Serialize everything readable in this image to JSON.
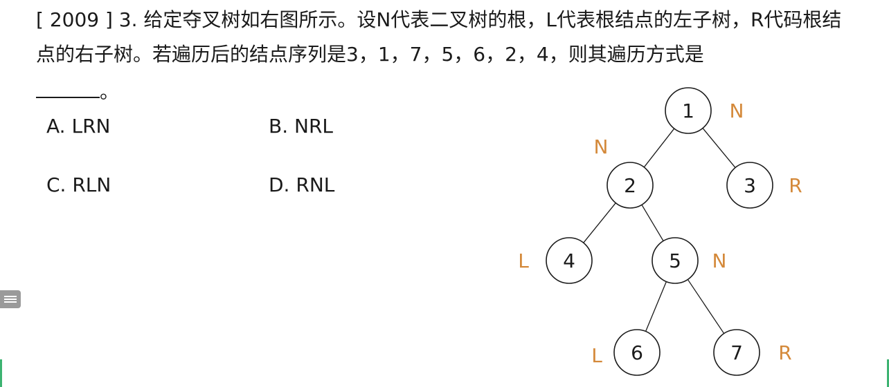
{
  "question": {
    "text": "[ 2009 ] 3. 给定夺叉树如右图所示。设N代表二叉树的根，L代表根结点的左子树，R代码根结点的右子树。若遍历后的结点序列是3，1，7，5，6，2，4，则其遍历方式是",
    "blank_suffix": "。"
  },
  "options": [
    {
      "label": "A. LRN"
    },
    {
      "label": "B. NRL"
    },
    {
      "label": "C. RLN"
    },
    {
      "label": "D. RNL"
    }
  ],
  "tree": {
    "nodes": [
      {
        "id": "1",
        "label": "1",
        "role": "N"
      },
      {
        "id": "2",
        "label": "2",
        "role": "N"
      },
      {
        "id": "3",
        "label": "3",
        "role": "R"
      },
      {
        "id": "4",
        "label": "4",
        "role": "L"
      },
      {
        "id": "5",
        "label": "5",
        "role": "N"
      },
      {
        "id": "6",
        "label": "6",
        "role": "L"
      },
      {
        "id": "7",
        "label": "7",
        "role": "R"
      }
    ],
    "edges": [
      [
        "1",
        "2"
      ],
      [
        "1",
        "3"
      ],
      [
        "2",
        "4"
      ],
      [
        "2",
        "5"
      ],
      [
        "5",
        "6"
      ],
      [
        "5",
        "7"
      ]
    ],
    "colors": {
      "role": "#d4893a",
      "stroke": "#1a1a1a"
    }
  },
  "ui": {
    "outline_icon": "list-icon",
    "accent": "#3cb371"
  }
}
